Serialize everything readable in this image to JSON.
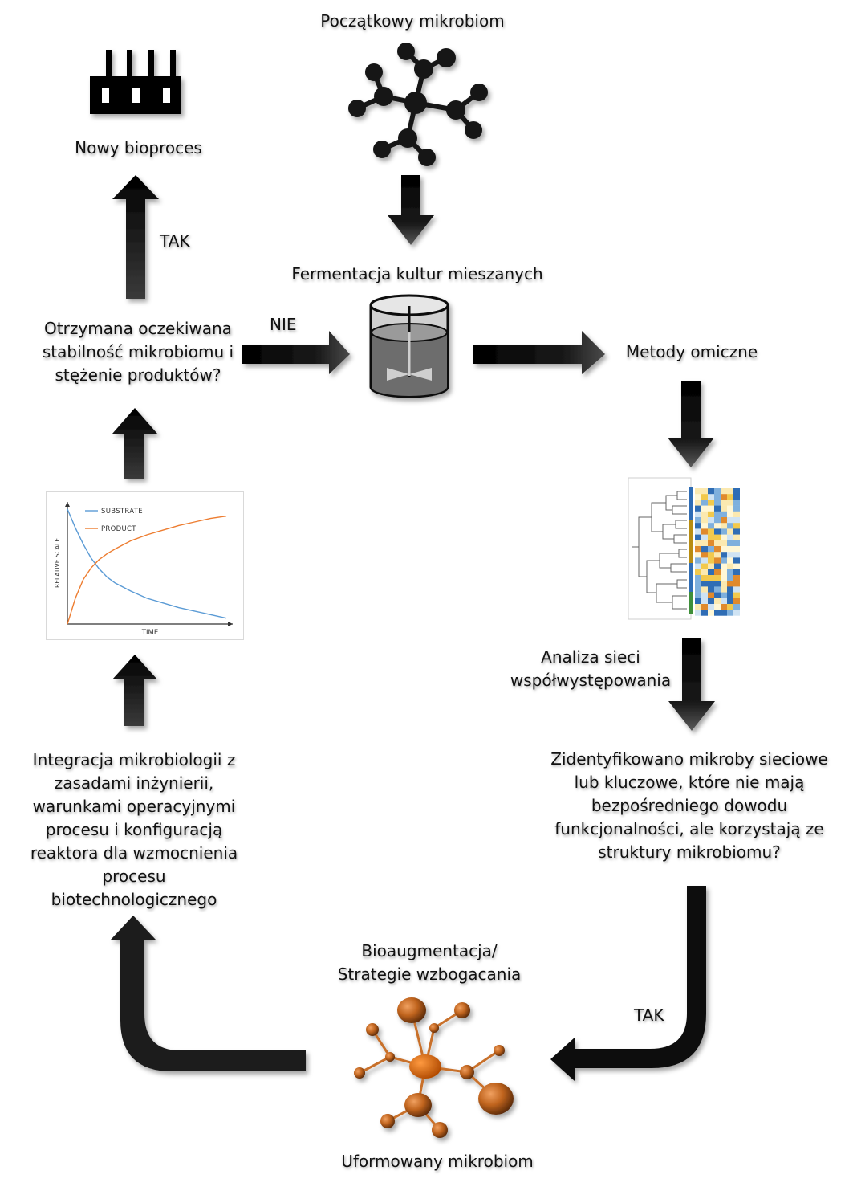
{
  "nodes": {
    "poczatkowy": "Początkowy mikrobiom",
    "nowy_bioproces": "Nowy bioproces",
    "fermentacja": "Fermentacja kultur mieszanych",
    "metody_omiczne": "Metody omiczne",
    "pytanie_stabilnosc": "Otrzymana oczekiwana\nstabilność mikrobiomu i\nstężenie produktów?",
    "analiza_sieci": "Analiza sieci\nwspółwystępowania",
    "zidentyfikowano": "Zidentyfikowano mikroby sieciowe\nlub kluczowe, które nie mają\nbezpośredniego dowodu\nfunkcjonalności, ale korzystają ze\nstruktury mikrobiomu?",
    "integracja": "Integracja mikrobiologii z\nzasadami inżynierii,\nwarunkami operacyjnymi\nprocesu i konfiguracją\nreaktora dla wzmocnienia\nprocesu\nbiotechnologicznego",
    "bioaugmentacja": "Bioaugmentacja/\nStrategie wzbogacania",
    "uformowany": "Uformowany mikrobiom"
  },
  "edge_labels": {
    "tak_top": "TAK",
    "nie": "NIE",
    "tak_bottom": "TAK"
  },
  "chart_data": {
    "type": "line",
    "xlabel": "Time",
    "ylabel": "Relative scale",
    "xlim": [
      0,
      10
    ],
    "ylim": [
      0,
      1
    ],
    "x": [
      0,
      0.5,
      1,
      1.5,
      2,
      2.5,
      3,
      4,
      5,
      6,
      7,
      8,
      9,
      10
    ],
    "series": [
      {
        "name": "Substrate",
        "color": "#5b9bd5",
        "values": [
          0.98,
          0.82,
          0.68,
          0.56,
          0.47,
          0.4,
          0.35,
          0.28,
          0.22,
          0.18,
          0.14,
          0.11,
          0.08,
          0.05
        ]
      },
      {
        "name": "Product",
        "color": "#ed7d31",
        "values": [
          0.0,
          0.22,
          0.38,
          0.48,
          0.55,
          0.6,
          0.64,
          0.71,
          0.76,
          0.8,
          0.84,
          0.87,
          0.9,
          0.92
        ]
      }
    ]
  },
  "colors": {
    "arrow": "#111111",
    "network_black": "#151515",
    "network_orange": "#d2691e",
    "heatmap_blue": "#2f6db5",
    "heatmap_yellow": "#f2c94c",
    "heatmap_orange": "#e08a2c"
  }
}
